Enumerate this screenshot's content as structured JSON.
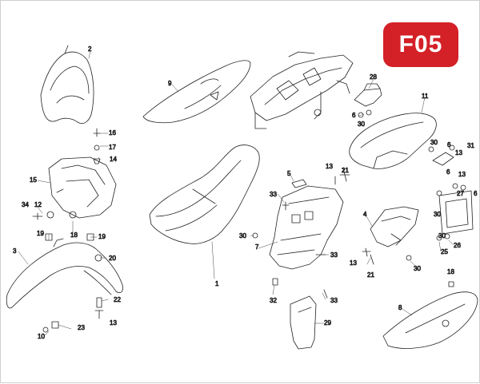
{
  "badge": {
    "code": "F05",
    "color": "#d42027"
  },
  "labels": [
    "1",
    "2",
    "3",
    "4",
    "5",
    "6",
    "6",
    "6",
    "6",
    "7",
    "8",
    "9",
    "10",
    "11",
    "12",
    "13",
    "13",
    "13",
    "13",
    "13",
    "14",
    "15",
    "16",
    "17",
    "18",
    "18",
    "19",
    "19",
    "20",
    "21",
    "21",
    "22",
    "23",
    "25",
    "26",
    "27",
    "28",
    "29",
    "30",
    "30",
    "30",
    "30",
    "30",
    "30",
    "31",
    "32",
    "33",
    "33",
    "33",
    "34"
  ]
}
